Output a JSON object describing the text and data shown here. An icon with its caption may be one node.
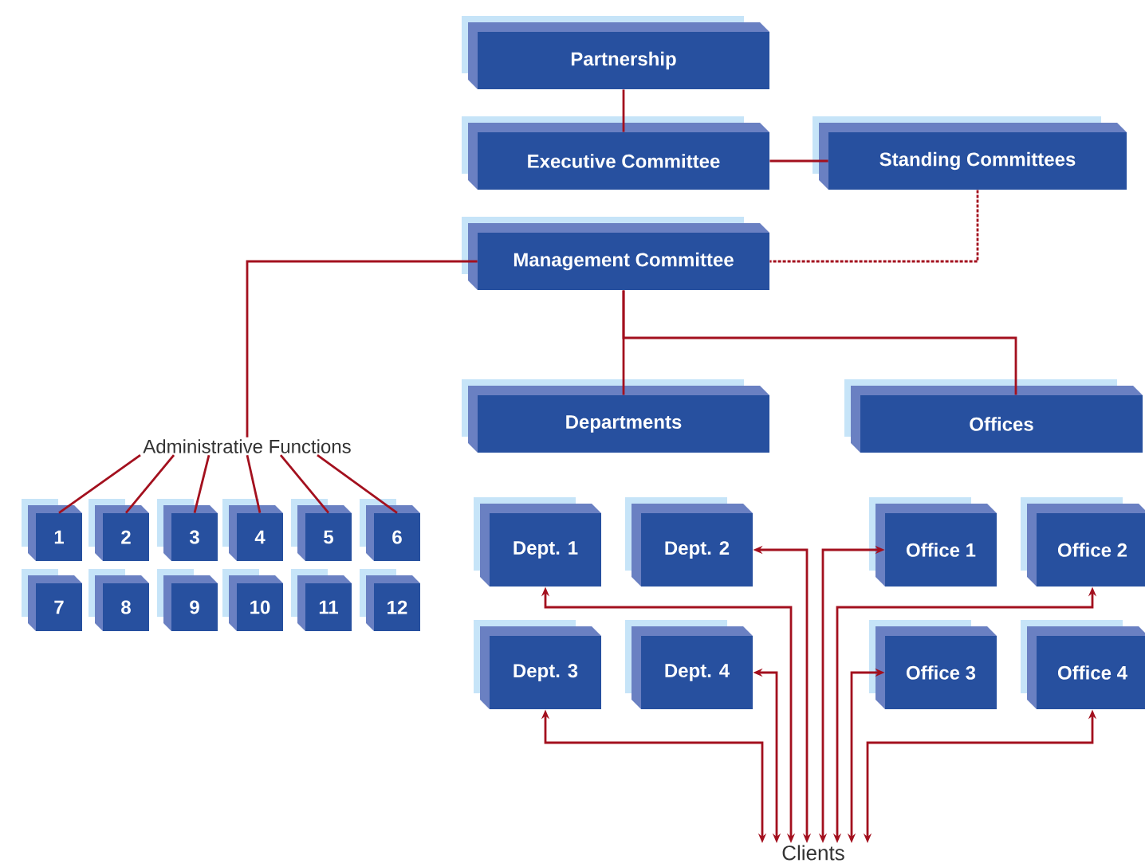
{
  "diagram": {
    "nodes": [
      {
        "text": [
          "Partnership"
        ]
      },
      {
        "text": [
          "Executive Committee"
        ]
      },
      {
        "text": [
          "Standing Committees"
        ]
      },
      {
        "text": [
          "Management Committee"
        ]
      },
      {
        "text": [
          "Administrative Functions"
        ]
      },
      {
        "text": [
          "1"
        ]
      },
      {
        "text": [
          "2"
        ]
      },
      {
        "text": [
          "3"
        ]
      },
      {
        "text": [
          "4"
        ]
      },
      {
        "text": [
          "5"
        ]
      },
      {
        "text": [
          "6"
        ]
      },
      {
        "text": [
          "7"
        ]
      },
      {
        "text": [
          "8"
        ]
      },
      {
        "text": [
          "9"
        ]
      },
      {
        "text": [
          "10"
        ]
      },
      {
        "text": [
          "11"
        ]
      },
      {
        "text": [
          "12"
        ]
      },
      {
        "text": [
          "Departments"
        ]
      },
      {
        "text": [
          "Offices"
        ]
      },
      {
        "text": [
          "Dept. 1"
        ]
      },
      {
        "text": [
          "Dept. 2"
        ]
      },
      {
        "text": [
          "Office 1"
        ]
      },
      {
        "text": [
          "Office 2"
        ]
      },
      {
        "text": [
          "Dept. 3"
        ]
      },
      {
        "text": [
          "Dept. 4"
        ]
      },
      {
        "text": [
          "Office 3"
        ]
      },
      {
        "text": [
          "Office 4"
        ]
      },
      {
        "text": [
          "Clients"
        ]
      }
    ],
    "edges": [
      {
        "from": 0,
        "to": 1,
        "arrow": "none"
      },
      {
        "from": 1,
        "to": 2,
        "arrow": "none"
      },
      {
        "from": 2,
        "to": 3,
        "arrow": "none",
        "style": "dashed"
      },
      {
        "from": 3,
        "to": 4,
        "arrow": "none"
      },
      {
        "from": 4,
        "to": 5,
        "arrow": "none"
      },
      {
        "from": 4,
        "to": 6,
        "arrow": "none"
      },
      {
        "from": 4,
        "to": 7,
        "arrow": "none"
      },
      {
        "from": 4,
        "to": 8,
        "arrow": "none"
      },
      {
        "from": 4,
        "to": 9,
        "arrow": "none"
      },
      {
        "from": 4,
        "to": 10,
        "arrow": "none"
      },
      {
        "from": 3,
        "to": 17,
        "arrow": "none"
      },
      {
        "from": 3,
        "to": 18,
        "arrow": "none"
      },
      {
        "from": 27,
        "to": 19,
        "arrow": "both"
      },
      {
        "from": 27,
        "to": 20,
        "arrow": "both"
      },
      {
        "from": 27,
        "to": 21,
        "arrow": "both"
      },
      {
        "from": 27,
        "to": 22,
        "arrow": "both"
      },
      {
        "from": 27,
        "to": 23,
        "arrow": "both"
      },
      {
        "from": 27,
        "to": 24,
        "arrow": "both"
      },
      {
        "from": 27,
        "to": 25,
        "arrow": "both"
      },
      {
        "from": 27,
        "to": 26,
        "arrow": "both"
      }
    ]
  }
}
